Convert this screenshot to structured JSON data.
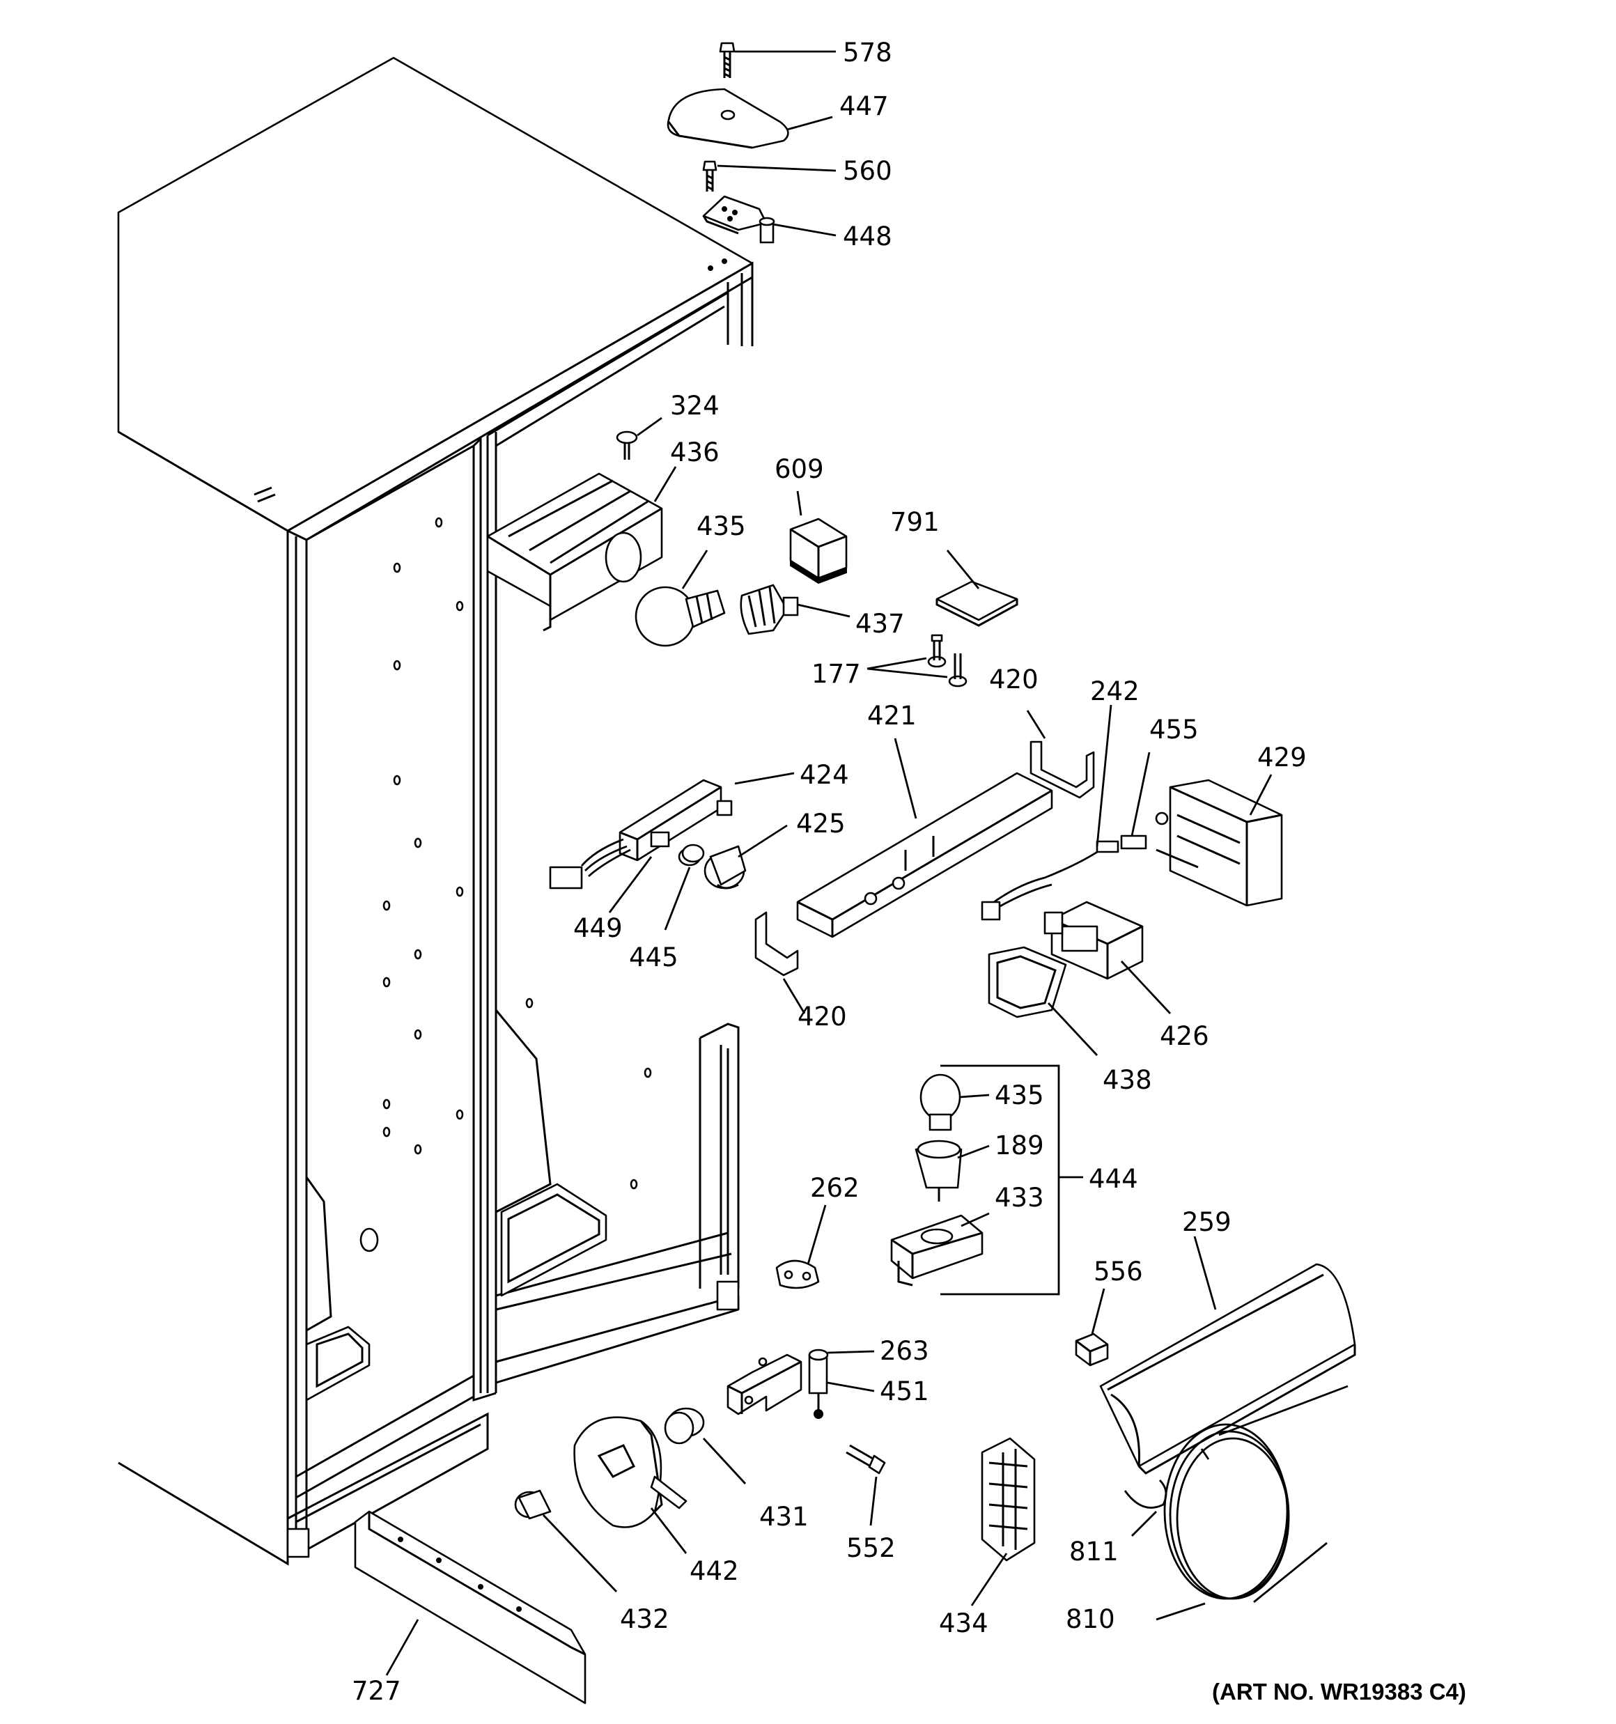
{
  "parts": [
    {
      "id": "p578",
      "label": "578"
    },
    {
      "id": "p447",
      "label": "447"
    },
    {
      "id": "p560",
      "label": "560"
    },
    {
      "id": "p448",
      "label": "448"
    },
    {
      "id": "p324",
      "label": "324"
    },
    {
      "id": "p436",
      "label": "436"
    },
    {
      "id": "p609",
      "label": "609"
    },
    {
      "id": "p435a",
      "label": "435"
    },
    {
      "id": "p791",
      "label": "791"
    },
    {
      "id": "p437",
      "label": "437"
    },
    {
      "id": "p177",
      "label": "177"
    },
    {
      "id": "p420a",
      "label": "420"
    },
    {
      "id": "p242",
      "label": "242"
    },
    {
      "id": "p421",
      "label": "421"
    },
    {
      "id": "p455",
      "label": "455"
    },
    {
      "id": "p429",
      "label": "429"
    },
    {
      "id": "p424",
      "label": "424"
    },
    {
      "id": "p425",
      "label": "425"
    },
    {
      "id": "p449",
      "label": "449"
    },
    {
      "id": "p445",
      "label": "445"
    },
    {
      "id": "p420b",
      "label": "420"
    },
    {
      "id": "p426",
      "label": "426"
    },
    {
      "id": "p438",
      "label": "438"
    },
    {
      "id": "p435b",
      "label": "435"
    },
    {
      "id": "p189",
      "label": "189"
    },
    {
      "id": "p444",
      "label": "444"
    },
    {
      "id": "p433",
      "label": "433"
    },
    {
      "id": "p262",
      "label": "262"
    },
    {
      "id": "p259",
      "label": "259"
    },
    {
      "id": "p556",
      "label": "556"
    },
    {
      "id": "p263",
      "label": "263"
    },
    {
      "id": "p451",
      "label": "451"
    },
    {
      "id": "p431",
      "label": "431"
    },
    {
      "id": "p552",
      "label": "552"
    },
    {
      "id": "p811",
      "label": "811"
    },
    {
      "id": "p442",
      "label": "442"
    },
    {
      "id": "p432",
      "label": "432"
    },
    {
      "id": "p434",
      "label": "434"
    },
    {
      "id": "p810",
      "label": "810"
    },
    {
      "id": "p727",
      "label": "727"
    }
  ],
  "art_number": "(ART NO. WR19383 C4)"
}
